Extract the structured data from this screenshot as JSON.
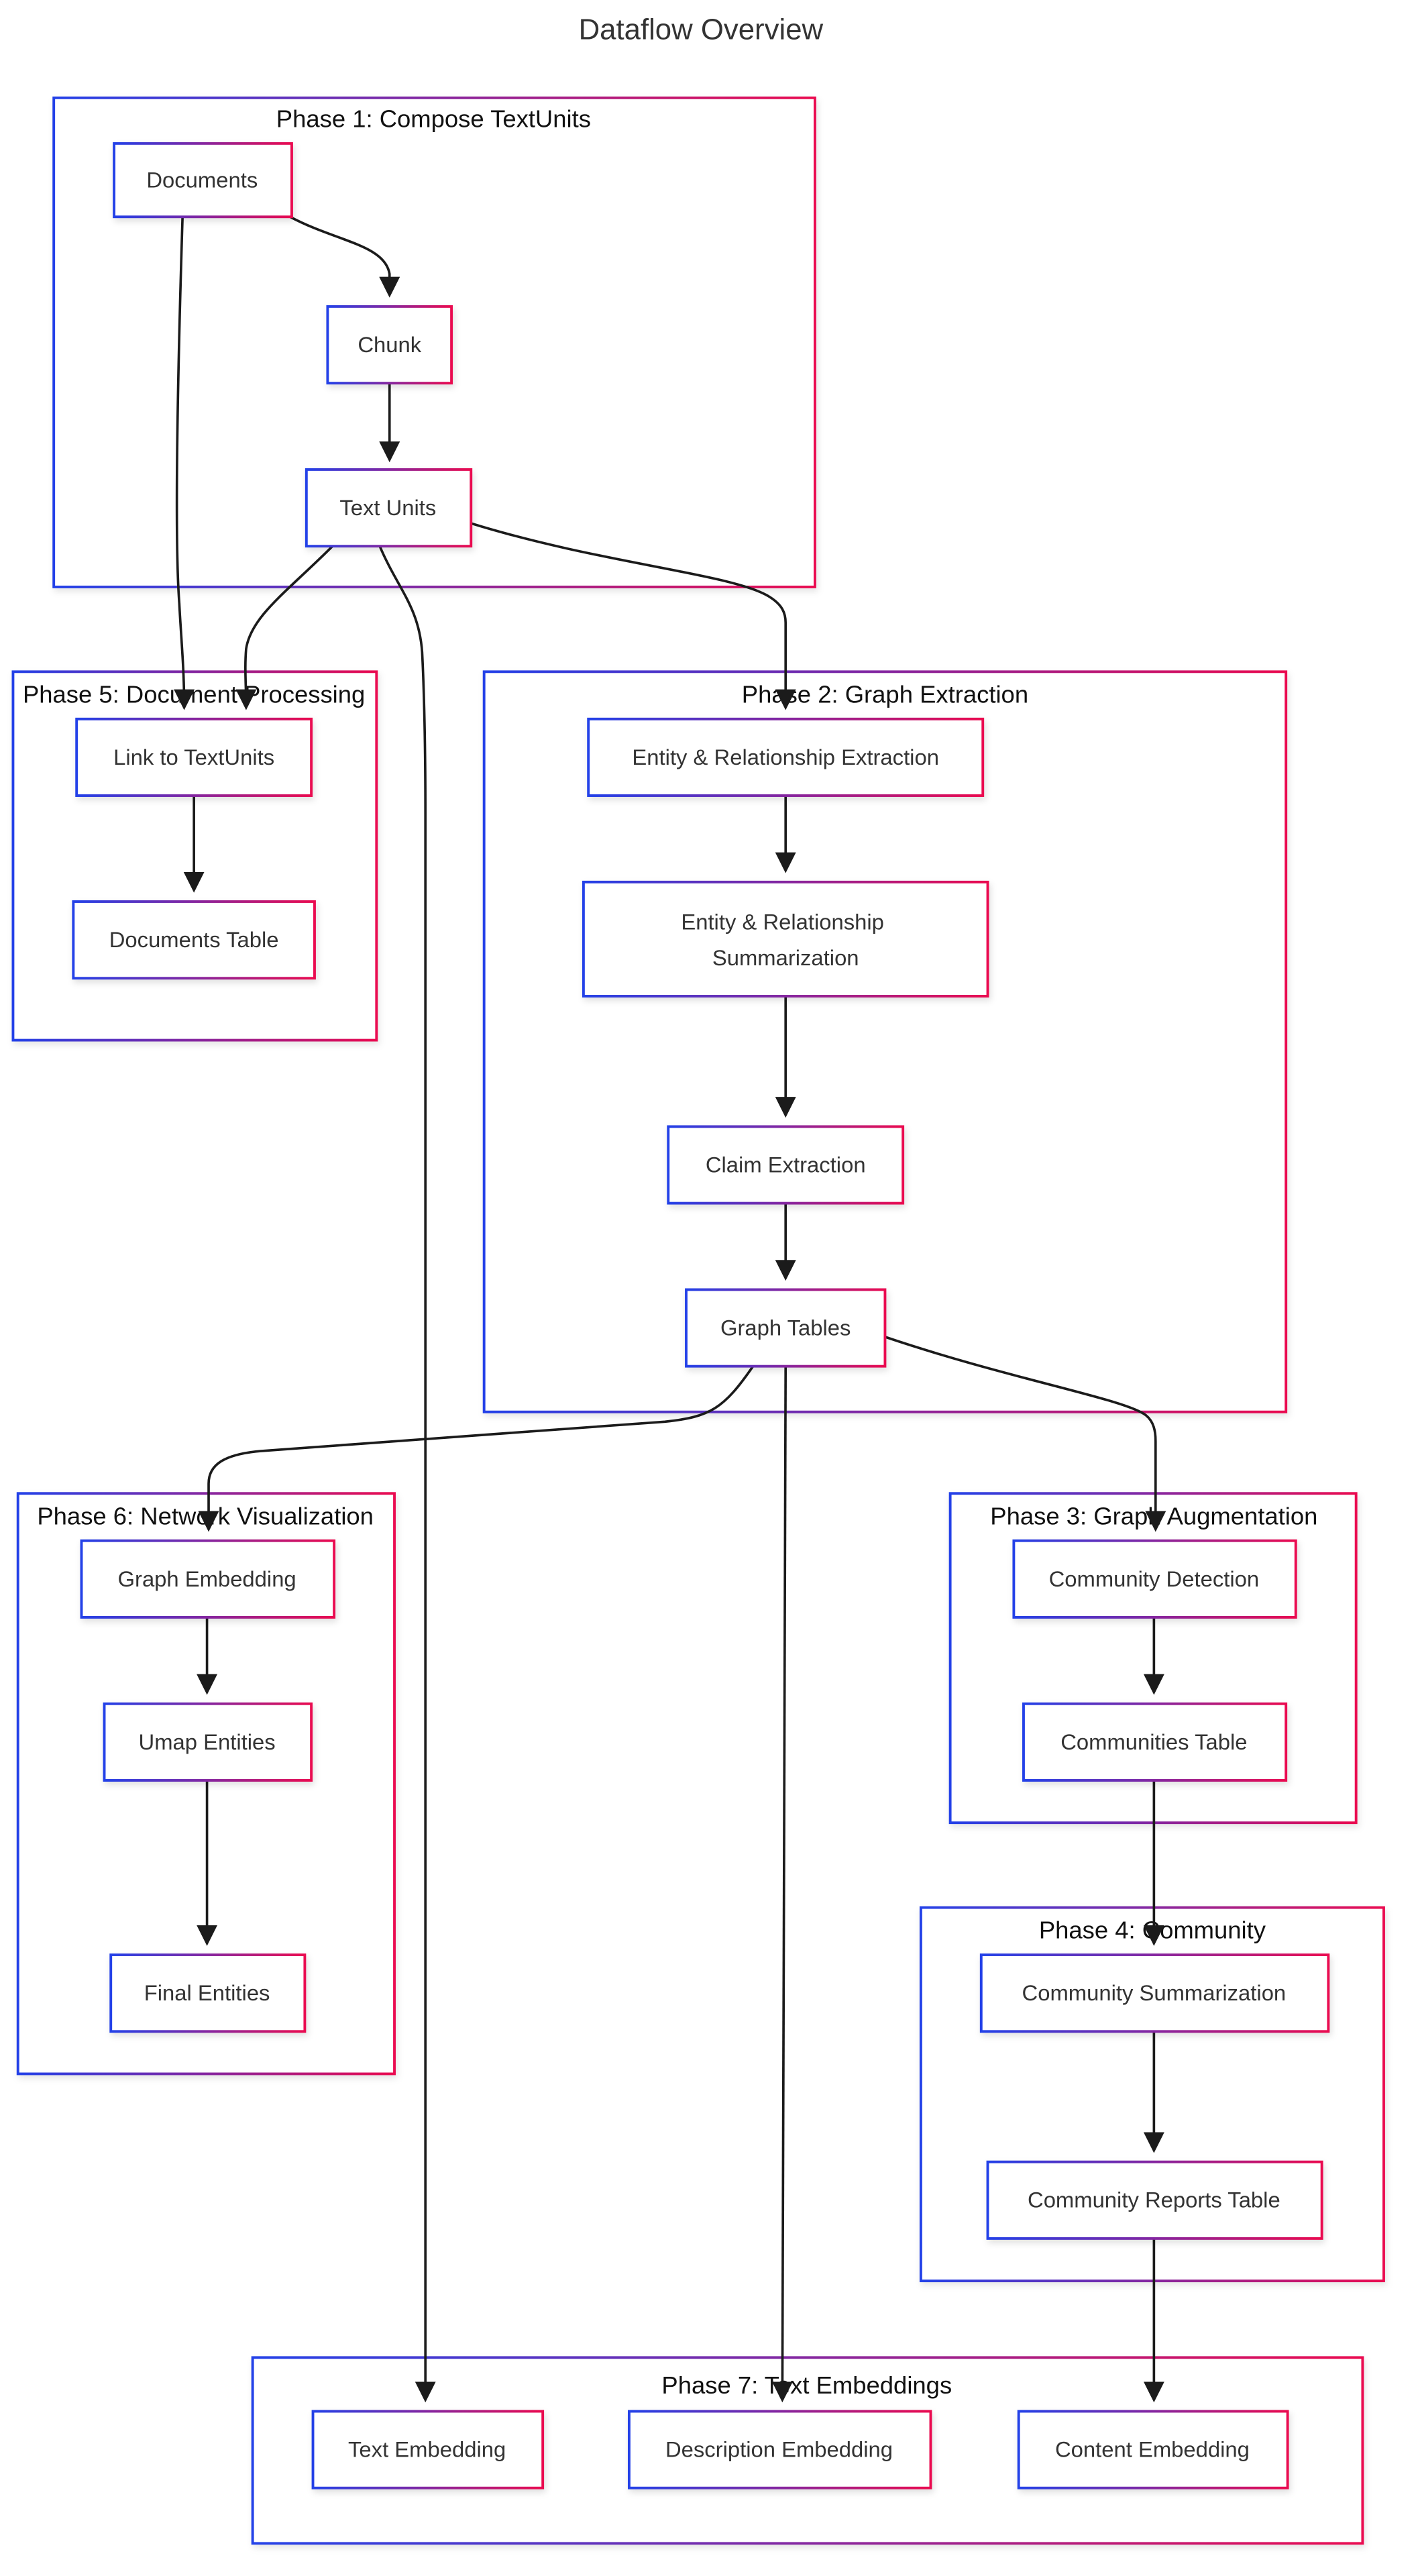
{
  "title": {
    "text": "Dataflow Overview"
  },
  "colors": {
    "gradient_blue": "#2341e8",
    "gradient_purple": "#8526a0",
    "gradient_red": "#ea0b50",
    "edge": "#1b1b1b",
    "node_text": "#333333",
    "phase_text": "#111111",
    "background": "#ffffff"
  },
  "phases": {
    "phase1": {
      "label": "Phase 1: Compose TextUnits"
    },
    "phase2": {
      "label": "Phase 2: Graph Extraction"
    },
    "phase3": {
      "label": "Phase 3: Graph Augmentation"
    },
    "phase4": {
      "label": "Phase 4: Community"
    },
    "phase5": {
      "label": "Phase 5: Document Processing"
    },
    "phase6": {
      "label": "Phase 6: Network Visualization"
    },
    "phase7": {
      "label": "Phase 7: Text Embeddings"
    }
  },
  "nodes": {
    "documents": {
      "label": "Documents"
    },
    "chunk": {
      "label": "Chunk"
    },
    "text_units": {
      "label": "Text Units"
    },
    "link_to_textunits": {
      "label": "Link to TextUnits"
    },
    "documents_table": {
      "label": "Documents Table"
    },
    "er_extraction": {
      "label": "Entity & Relationship Extraction"
    },
    "er_summarization": {
      "line1": "Entity & Relationship",
      "line2": "Summarization"
    },
    "claim_extraction": {
      "label": "Claim Extraction"
    },
    "graph_tables": {
      "label": "Graph Tables"
    },
    "graph_embedding": {
      "label": "Graph Embedding"
    },
    "umap_entities": {
      "label": "Umap Entities"
    },
    "final_entities": {
      "label": "Final Entities"
    },
    "community_detection": {
      "label": "Community Detection"
    },
    "communities_table": {
      "label": "Communities Table"
    },
    "community_summarization": {
      "label": "Community Summarization"
    },
    "community_reports_table": {
      "label": "Community Reports Table"
    },
    "text_embedding": {
      "label": "Text Embedding"
    },
    "description_embedding": {
      "label": "Description Embedding"
    },
    "content_embedding": {
      "label": "Content Embedding"
    }
  },
  "edges": [
    {
      "from": "Documents",
      "to": "Chunk"
    },
    {
      "from": "Chunk",
      "to": "Text Units"
    },
    {
      "from": "Documents",
      "to": "Link to TextUnits"
    },
    {
      "from": "Text Units",
      "to": "Link to TextUnits"
    },
    {
      "from": "Link to TextUnits",
      "to": "Documents Table"
    },
    {
      "from": "Text Units",
      "to": "Entity & Relationship Extraction"
    },
    {
      "from": "Entity & Relationship Extraction",
      "to": "Entity & Relationship Summarization"
    },
    {
      "from": "Entity & Relationship Summarization",
      "to": "Claim Extraction"
    },
    {
      "from": "Claim Extraction",
      "to": "Graph Tables"
    },
    {
      "from": "Graph Tables",
      "to": "Community Detection"
    },
    {
      "from": "Graph Tables",
      "to": "Graph Embedding"
    },
    {
      "from": "Graph Tables",
      "to": "Description Embedding"
    },
    {
      "from": "Text Units",
      "to": "Text Embedding"
    },
    {
      "from": "Community Detection",
      "to": "Communities Table"
    },
    {
      "from": "Communities Table",
      "to": "Community Summarization"
    },
    {
      "from": "Community Summarization",
      "to": "Community Reports Table"
    },
    {
      "from": "Community Reports Table",
      "to": "Content Embedding"
    },
    {
      "from": "Graph Embedding",
      "to": "Umap Entities"
    },
    {
      "from": "Umap Entities",
      "to": "Final Entities"
    }
  ]
}
